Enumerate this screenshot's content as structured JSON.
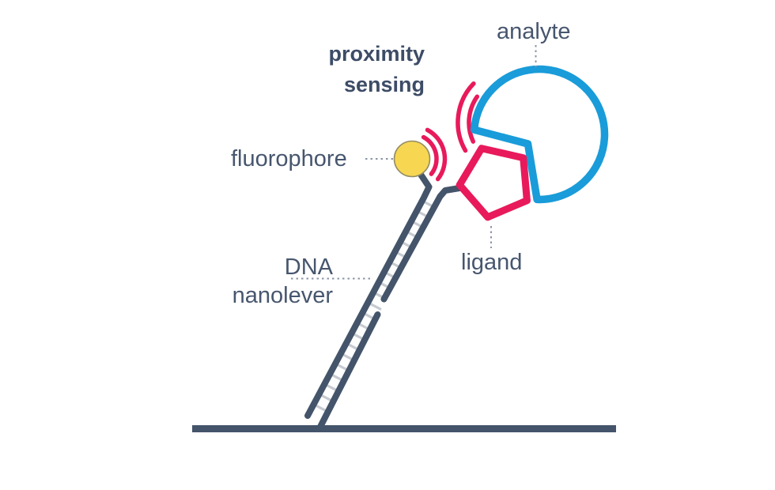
{
  "title": {
    "line1": "proximity",
    "line2": "sensing"
  },
  "labels": {
    "analyte": "analyte",
    "fluorophore": "fluorophore",
    "ligand": "ligand",
    "dna_nanolever_line1": "DNA",
    "dna_nanolever_line2": "nanolever"
  },
  "icons": {
    "analyte": "analyte-circle-with-binding-notch-icon",
    "ligand": "ligand-pentagon-icon",
    "fluorophore": "fluorophore-sphere-icon",
    "dna_nanolever": "dna-ladder-nanolever-icon",
    "surface": "sensor-surface-baseline",
    "signal": "proximity-signal-arcs-icon"
  },
  "colors": {
    "background": "#FFFFFF",
    "structure_dark": "#44546A",
    "title_text": "#3D4C66",
    "label_text": "#47566E",
    "analyte_blue": "#199CD9",
    "signal_crimson": "#E81A5B",
    "fluorophore_yellow": "#F7D652",
    "fluorophore_outline": "#938D66",
    "ladder_rung_gray": "#C7CBD1",
    "leader_dotted_gray": "#8B95A5",
    "white": "#FFFFFF"
  }
}
